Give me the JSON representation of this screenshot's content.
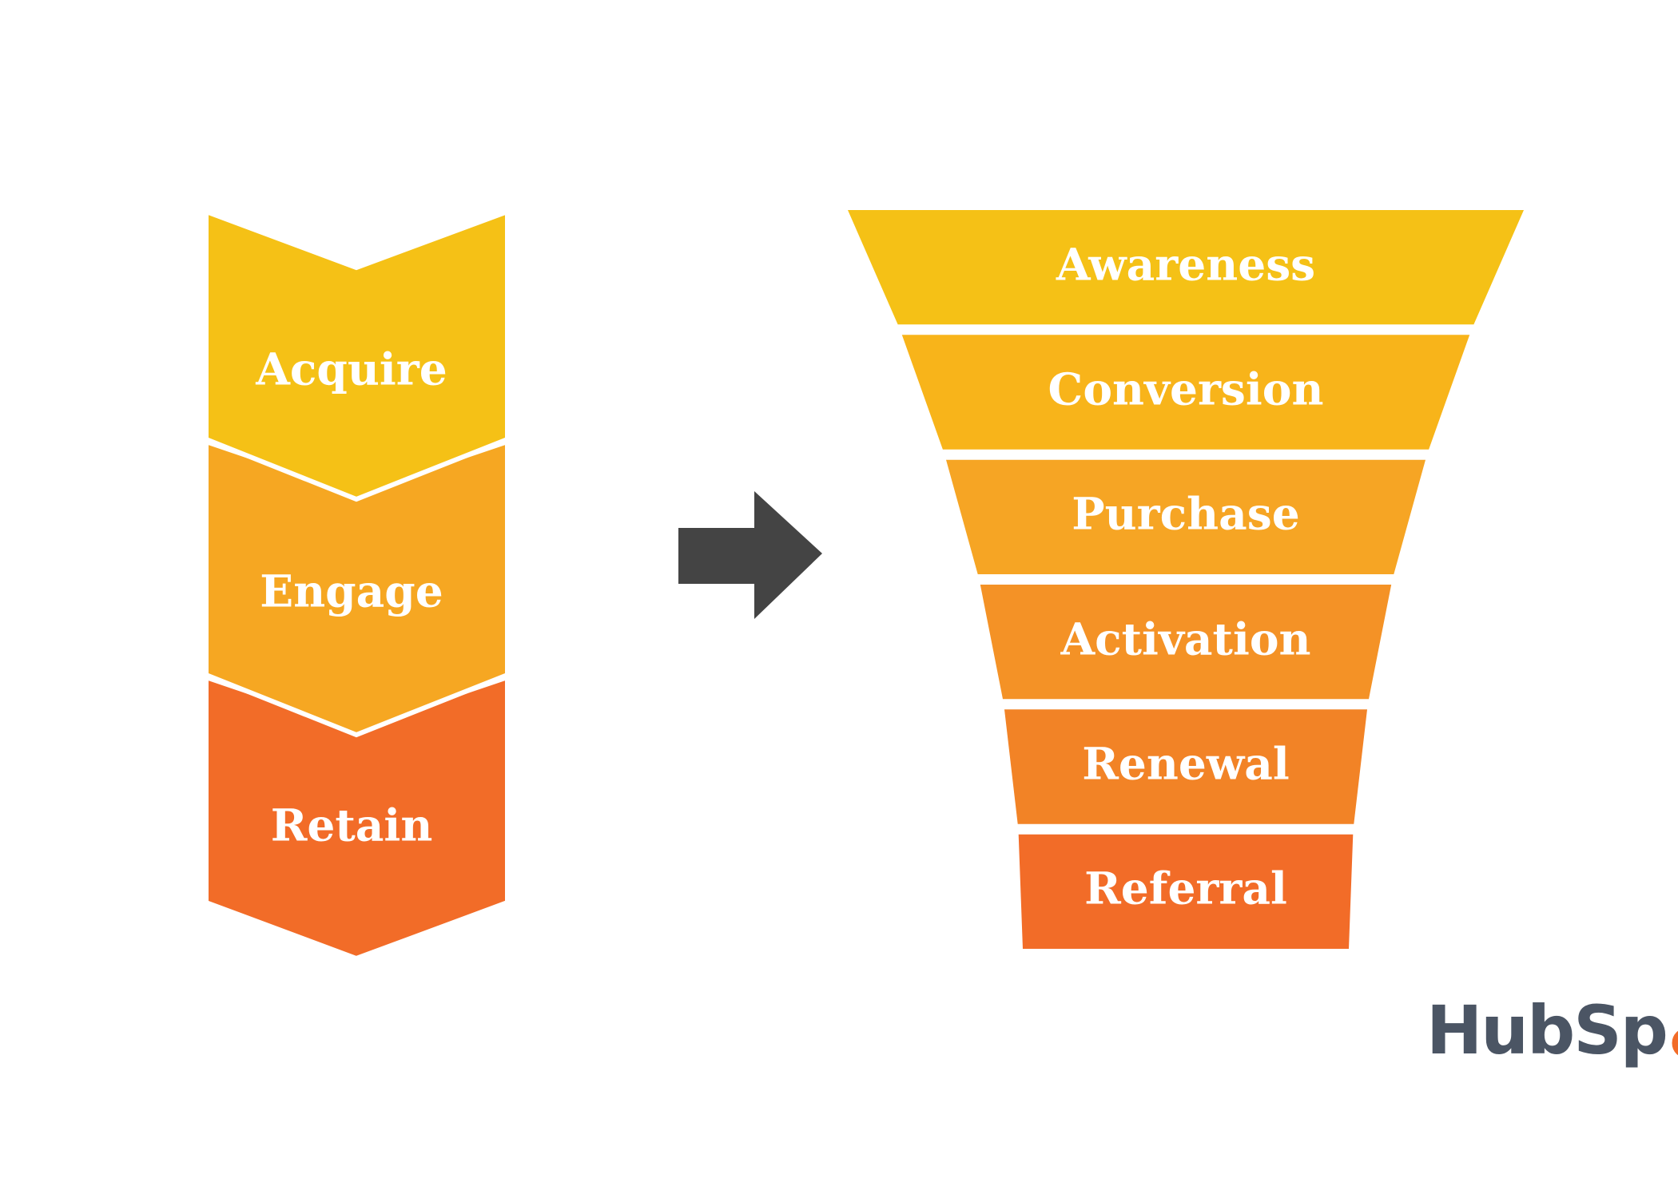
{
  "left_stages": [
    {
      "label": "Acquire",
      "color": "#f5c116"
    },
    {
      "label": "Engage",
      "color": "#f6a722"
    },
    {
      "label": "Retain",
      "color": "#f26c28"
    }
  ],
  "funnel_stages": [
    {
      "label": "Awareness",
      "color": "#f5c116"
    },
    {
      "label": "Conversion",
      "color": "#f8b41a"
    },
    {
      "label": "Purchase",
      "color": "#f6a524"
    },
    {
      "label": "Activation",
      "color": "#f49226"
    },
    {
      "label": "Renewal",
      "color": "#f28326"
    },
    {
      "label": "Referral",
      "color": "#f26c28"
    }
  ],
  "arrow_color": "#444444",
  "logo": {
    "text": "HubSpot",
    "color": "#4b5564",
    "accent": "#f26c28"
  }
}
